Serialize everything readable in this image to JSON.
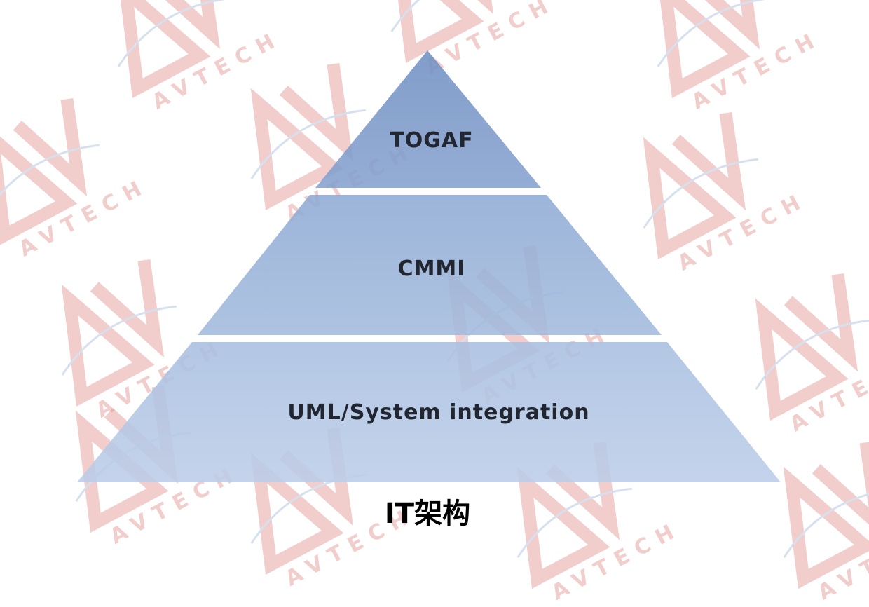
{
  "watermark": {
    "logo_text": "AVTECH",
    "color": "#e08a88"
  },
  "pyramid": {
    "tiers": [
      {
        "label": "TOGAF",
        "color": "#7f9dc9"
      },
      {
        "label": "CMMI",
        "color": "#95b0d6"
      },
      {
        "label": "UML/System integration",
        "color": "#b3c7e4"
      }
    ]
  },
  "caption": "IT架构"
}
